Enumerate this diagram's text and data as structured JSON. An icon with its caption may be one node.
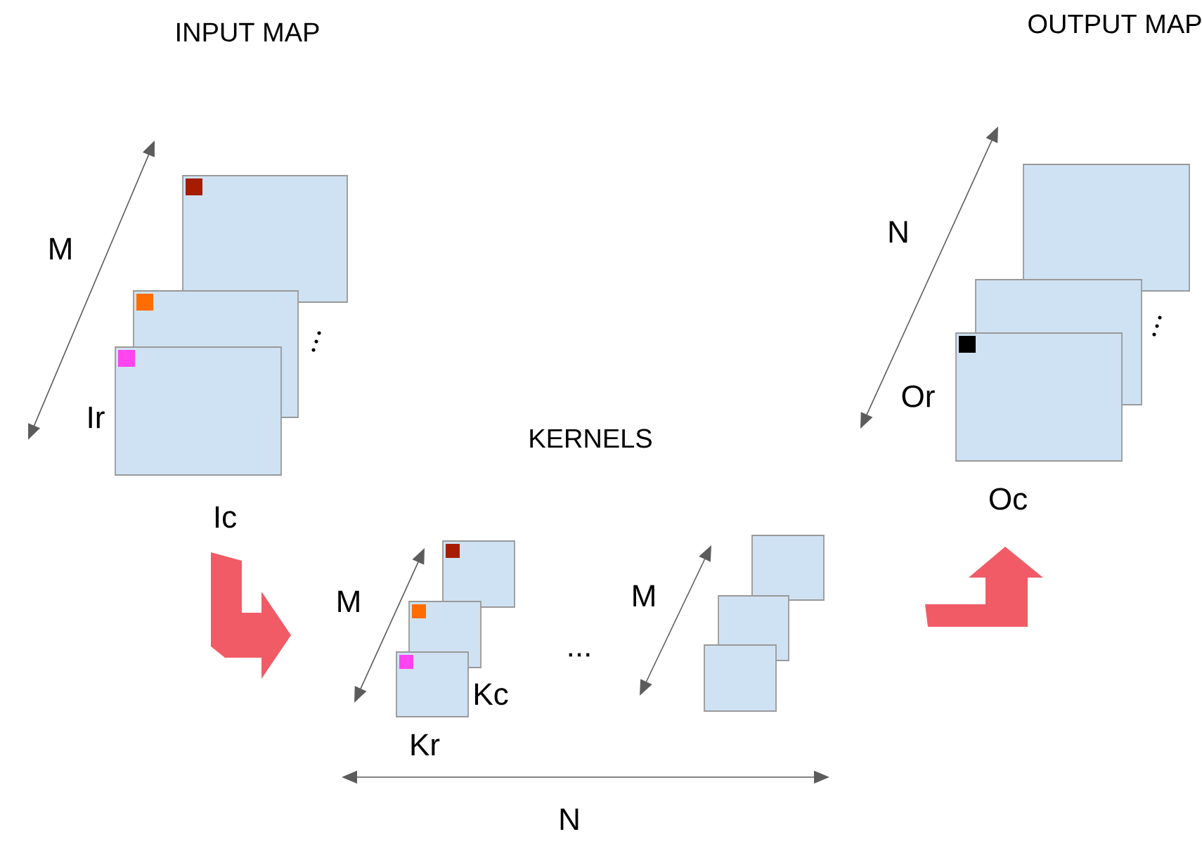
{
  "diagram": {
    "labels": [
      "INPUT MAP",
      "OUTPUT MAP",
      "M",
      "N",
      "Ir",
      "Or",
      "KERNELS",
      "Ic",
      "Oc",
      "M",
      "M",
      "...",
      "Kc",
      "Kr",
      "N"
    ]
  }
}
